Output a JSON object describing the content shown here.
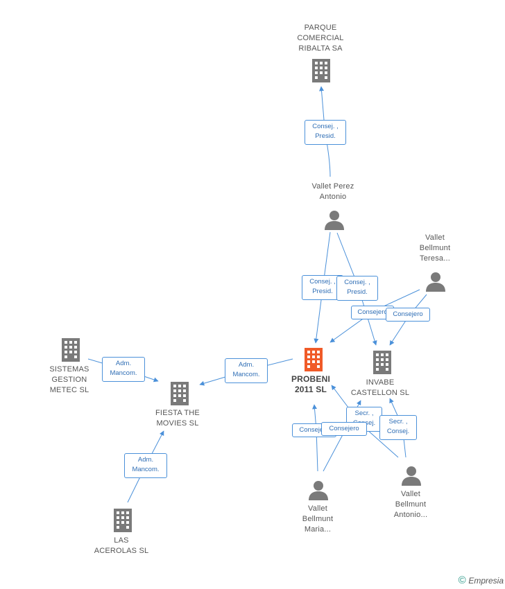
{
  "nodes": {
    "parque": "PARQUE\nCOMERCIAL\nRIBALTA SA",
    "vallet_perez": "Vallet Perez\nAntonio",
    "vallet_teresa": "Vallet\nBellmunt\nTeresa...",
    "sistemas": "SISTEMAS\nGESTION\nMETEC  SL",
    "fiesta": "FIESTA THE\nMOVIES SL",
    "probeni": "PROBENI\n2011 SL",
    "invabe": "INVABE\nCASTELLON SL",
    "las_acerolas": "LAS\nACEROLAS  SL",
    "vallet_maria": "Vallet\nBellmunt\nMaria...",
    "vallet_antonio": "Vallet\nBellmunt\nAntonio..."
  },
  "edge_labels": {
    "consej_presid_parque": "Consej. ,\nPresid.",
    "consej_presid_probeni": "Consej. ,\nPresid.",
    "consej_presid_invabe": "Consej. ,\nPresid.",
    "consejero_teresa_probeni": "Consejero",
    "consejero_teresa_invabe": "Consejero",
    "adm_mancom_sistemas": "Adm.\nMancom.",
    "adm_mancom_probeni": "Adm.\nMancom.",
    "adm_mancom_acerolas": "Adm.\nMancom.",
    "secr_consej_maria": "Secr. ,\nConsej.",
    "consejero_maria": "Consejero",
    "consejero_antonio": "Consejero",
    "secr_consej_antonio": "Secr. ,\nConsej."
  },
  "colors": {
    "edge": "#4a90d9",
    "company_icon": "#7a7a7a",
    "main_icon": "#f05a28",
    "person_icon": "#7a7a7a"
  },
  "footer": {
    "copyright_symbol": "©",
    "brand": "Empresia"
  }
}
